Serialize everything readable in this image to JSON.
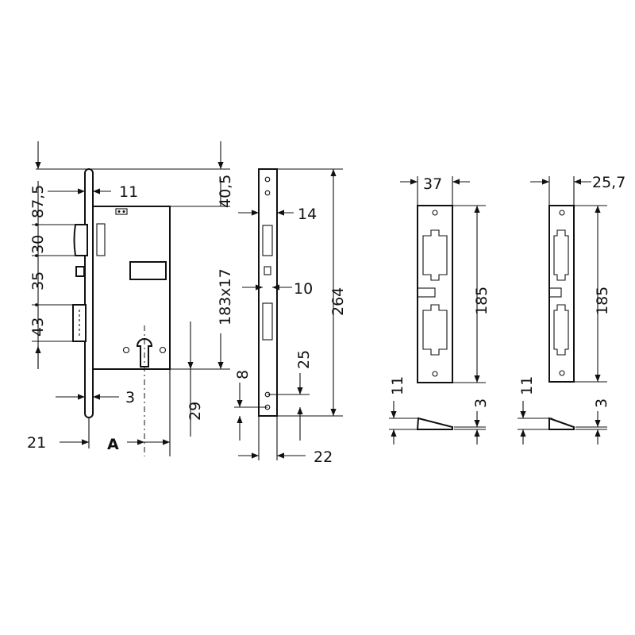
{
  "dimensions": {
    "backset_87_5": "87,5",
    "fore_11": "11",
    "top_40_5": "40,5",
    "d30": "30",
    "d35": "35",
    "d43": "43",
    "d183x17": "183x17",
    "d3_face": "3",
    "d29": "29",
    "d21": "21",
    "label_A": "A",
    "d14": "14",
    "d10": "10",
    "d264": "264",
    "d25": "25",
    "d8": "8",
    "d22": "22",
    "s1_37": "37",
    "s1_185": "185",
    "s1_11": "11",
    "s1_3": "3",
    "s2_25_7": "25,7",
    "s2_185": "185",
    "s2_11": "11",
    "s2_3": "3"
  }
}
